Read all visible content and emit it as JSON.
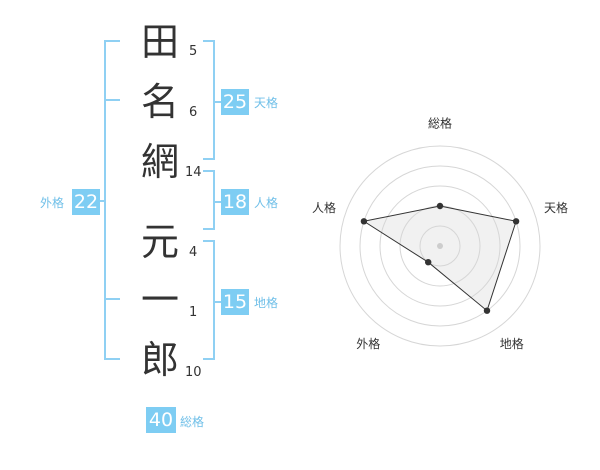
{
  "name": {
    "characters": [
      {
        "char": "田",
        "strokes": "5"
      },
      {
        "char": "名",
        "strokes": "6"
      },
      {
        "char": "網",
        "strokes": "14"
      },
      {
        "char": "元",
        "strokes": "4"
      },
      {
        "char": "一",
        "strokes": "1"
      },
      {
        "char": "郎",
        "strokes": "10"
      }
    ]
  },
  "fortunes": {
    "tenkaku": {
      "value": "25",
      "label": "天格"
    },
    "jinkaku": {
      "value": "18",
      "label": "人格"
    },
    "chikaku": {
      "value": "15",
      "label": "地格"
    },
    "gaikaku": {
      "value": "22",
      "label": "外格"
    },
    "soukaku": {
      "value": "40",
      "label": "総格"
    }
  },
  "colors": {
    "accent": "#7ecdf3",
    "bracket": "#8fd0f3",
    "label": "#6fbfe8",
    "text": "#333333"
  },
  "chart_data": {
    "type": "radar",
    "axes": [
      "総格",
      "天格",
      "地格",
      "外格",
      "人格"
    ],
    "values": [
      2,
      4,
      4,
      1,
      4
    ],
    "rmax": 5,
    "rings": 5
  }
}
